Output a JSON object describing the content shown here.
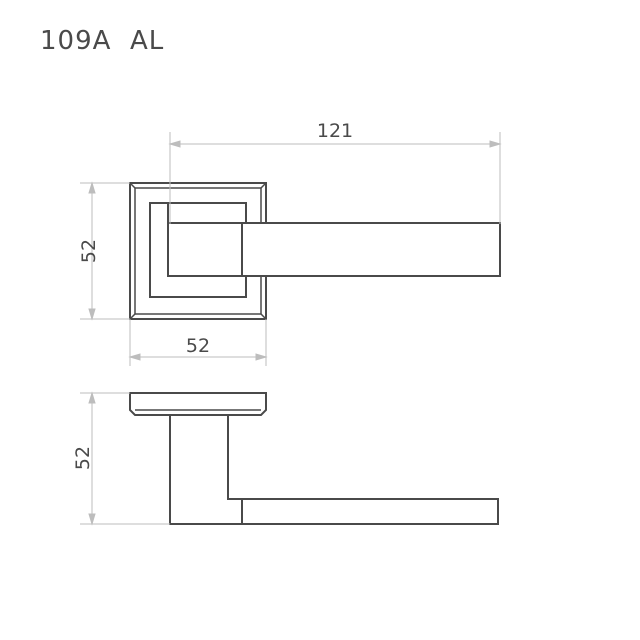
{
  "title": "109A  AL",
  "dimensions": {
    "front_length": "121",
    "front_height": "52",
    "front_width": "52",
    "side_height": "52"
  },
  "colors": {
    "outline": "#4a4a4a",
    "dimension_line": "#bdbdbd",
    "text": "#4a4a4a"
  }
}
